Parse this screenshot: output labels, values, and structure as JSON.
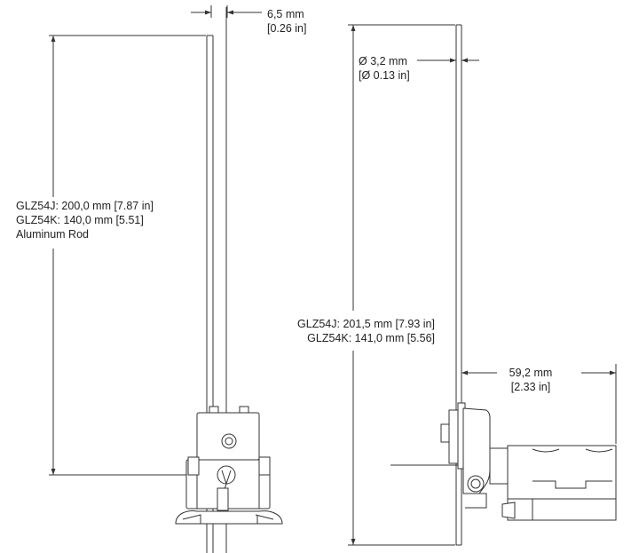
{
  "colors": {
    "line": "#333333",
    "text": "#222222",
    "fill": "#ffffff",
    "shade": "#f4f4f4"
  },
  "front_view": {
    "rod_width": {
      "metric": "6,5 mm",
      "imperial": "[0.26 in]"
    },
    "rod_length": {
      "line1": "GLZ54J: 200,0 mm [7.87 in]",
      "line2": "GLZ54K: 140,0 mm [5.51]",
      "line3": "Aluminum Rod"
    }
  },
  "side_view": {
    "rod_diameter": {
      "metric": "Ø 3,2 mm",
      "imperial": "[Ø 0.13 in]"
    },
    "total_length": {
      "line1": "GLZ54J: 201,5 mm [7.93 in]",
      "line2": "GLZ54K: 141,0 mm [5.56]"
    },
    "depth": {
      "metric": "59,2 mm",
      "imperial": "[2.33 in]"
    }
  }
}
